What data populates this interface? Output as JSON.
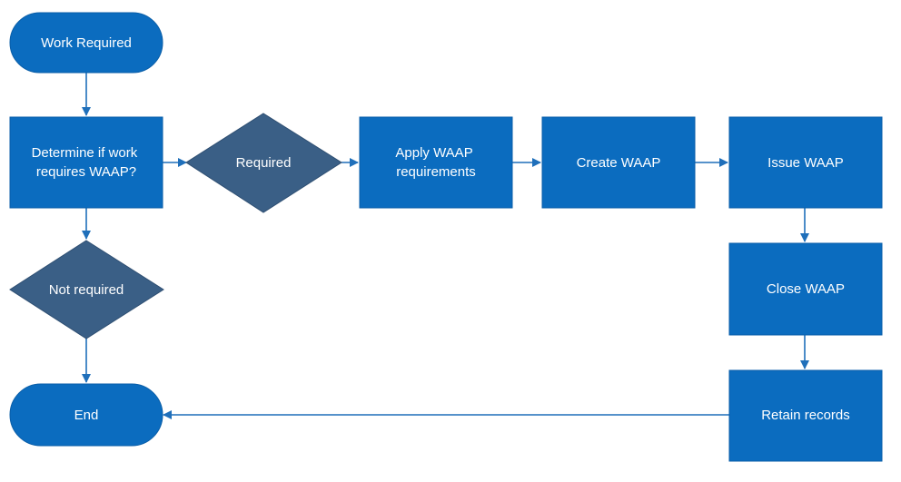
{
  "colors": {
    "box": "#0b6cbf",
    "box_border": "#0a5ea8",
    "decision": "#3a5f86",
    "decision_border": "#2f4f72",
    "connector": "#1f6fba",
    "text": "#ffffff"
  },
  "nodes": {
    "work_required": "Work Required",
    "determine": [
      "Determine if work",
      "requires WAAP?"
    ],
    "required": "Required",
    "apply": [
      "Apply WAAP",
      "requirements"
    ],
    "create": "Create WAAP",
    "issue": "Issue WAAP",
    "close": "Close WAAP",
    "retain": "Retain records",
    "not_required": "Not required",
    "end": "End"
  }
}
